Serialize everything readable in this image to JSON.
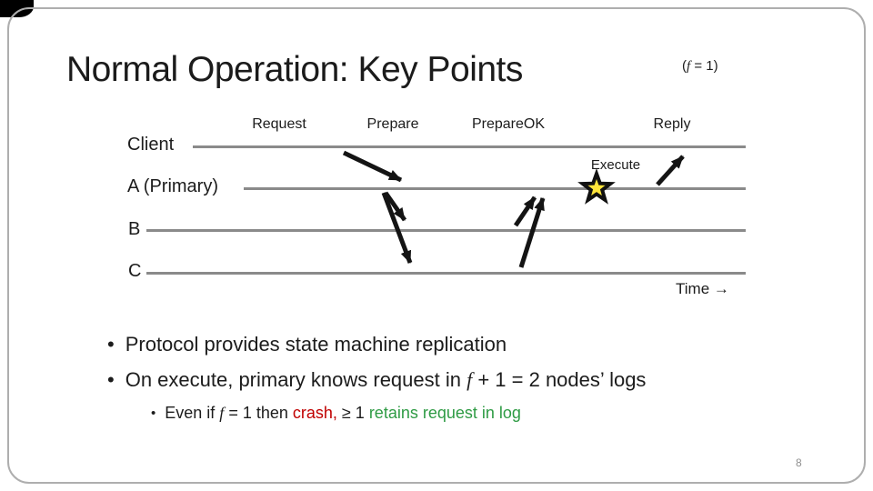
{
  "slide": {
    "title": "Normal Operation: Key Points",
    "f_note": {
      "pre": "(",
      "f": "f",
      "post": " = 1)"
    },
    "page_number": "8"
  },
  "diagram": {
    "lanes": [
      {
        "label": "Client"
      },
      {
        "label": "A (Primary)"
      },
      {
        "label": "B"
      },
      {
        "label": "C"
      }
    ],
    "labels": {
      "request": "Request",
      "prepare": "Prepare",
      "prepare_ok": "PrepareOK",
      "reply": "Reply",
      "execute": "Execute",
      "time": "Time →"
    },
    "icons": {
      "execute_star": "star-icon"
    }
  },
  "bullets": {
    "char": "•",
    "b1": "Protocol provides state machine replication",
    "b2": {
      "pre": "On execute, primary knows request in ",
      "f": "f",
      "post": " + 1 = 2 nodes’ logs"
    },
    "b3": {
      "s1": "Even if ",
      "f": "f",
      "s2": " = 1 then ",
      "crash": "crash,",
      "s3": " ≥ 1 ",
      "green": "retains request in log"
    }
  },
  "colors": {
    "crash_red": "#C00000",
    "retain_green": "#2E9B44",
    "star_yellow": "#FFE53B",
    "line_gray": "#8A8A8A"
  }
}
